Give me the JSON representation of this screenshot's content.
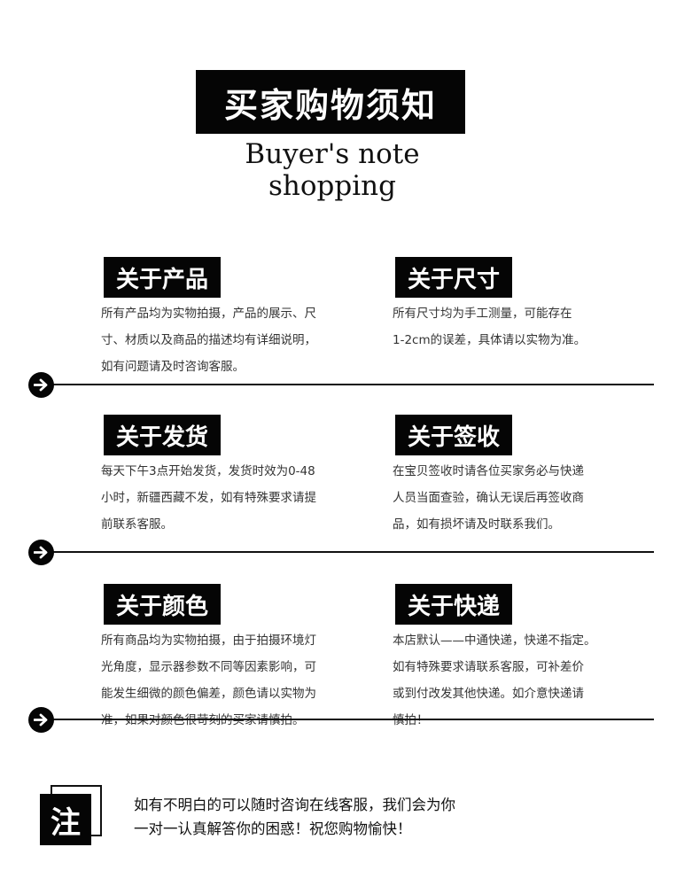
{
  "header": {
    "title": "买家购物须知",
    "subtitle": "Buyer's note shopping"
  },
  "sections": [
    {
      "title": "关于产品",
      "lines": [
        "所有产品均为实物拍摄，产品的展示、尺",
        "寸、材质以及商品的描述均有详细说明，",
        "如有问题请及时咨询客服。"
      ]
    },
    {
      "title": "关于尺寸",
      "lines": [
        "所有尺寸均为手工测量，可能存在",
        "1-2cm的误差，具体请以实物为准。"
      ]
    },
    {
      "title": "关于发货",
      "lines": [
        "每天下午3点开始发货，发货时效为0-48",
        "小时，新疆西藏不发，如有特殊要求请提",
        "前联系客服。"
      ]
    },
    {
      "title": "关于签收",
      "lines": [
        "在宝贝签收时请各位买家务必与快递",
        "人员当面查验，确认无误后再签收商",
        "品，如有损坏请及时联系我们。"
      ]
    },
    {
      "title": "关于颜色",
      "lines": [
        "所有商品均为实物拍摄，由于拍摄环境灯",
        "光角度，显示器参数不同等因素影响，可",
        "能发生细微的颜色偏差，颜色请以实物为",
        "准，如果对颜色很苛刻的买家请慎拍。"
      ]
    },
    {
      "title": "关于快递",
      "lines": [
        "本店默认——中通快递，快递不指定。",
        "如有特殊要求请联系客服，可补差价",
        "或到付改发其他快递。如介意快递请",
        "慎拍！"
      ]
    }
  ],
  "note": {
    "badge": "注",
    "lines": [
      "如有不明白的可以随时咨询在线客服，我们会为你",
      "一对一认真解答你的困惑！祝您购物愉快！"
    ]
  },
  "icons": {
    "row_arrow": "arrow-right-circle-icon"
  },
  "colors": {
    "ink": "#050505",
    "background": "#ffffff"
  }
}
